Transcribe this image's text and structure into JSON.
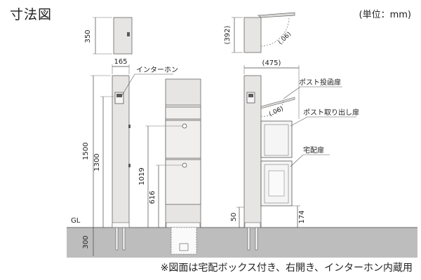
{
  "title": "寸法図",
  "unit_note": "(単位：mm)",
  "footnote": "※図面は宅配ボックス付き、右開き、インターホン内蔵用",
  "ground_label": "GL",
  "dimensions": {
    "top_height": "350",
    "top_depth_open": "(392)",
    "lid_angle_top": "(.06)",
    "top_width": "165",
    "side_width": "(475)",
    "total_height": "1500",
    "height_1300": "1300",
    "height_1019": "1019",
    "height_616": "616",
    "height_50": "50",
    "height_174": "174",
    "buried_300": "300",
    "lid_angle_side": "(.06)"
  },
  "labels": {
    "intercom": "インターホン",
    "post_insert_door": "ポスト投函扉",
    "post_takeout_door": "ポスト取り出し扉",
    "delivery_door": "宅配扉"
  },
  "colors": {
    "ground": "#b9b9b9",
    "body": "#e7e5e3",
    "line": "#444444"
  }
}
